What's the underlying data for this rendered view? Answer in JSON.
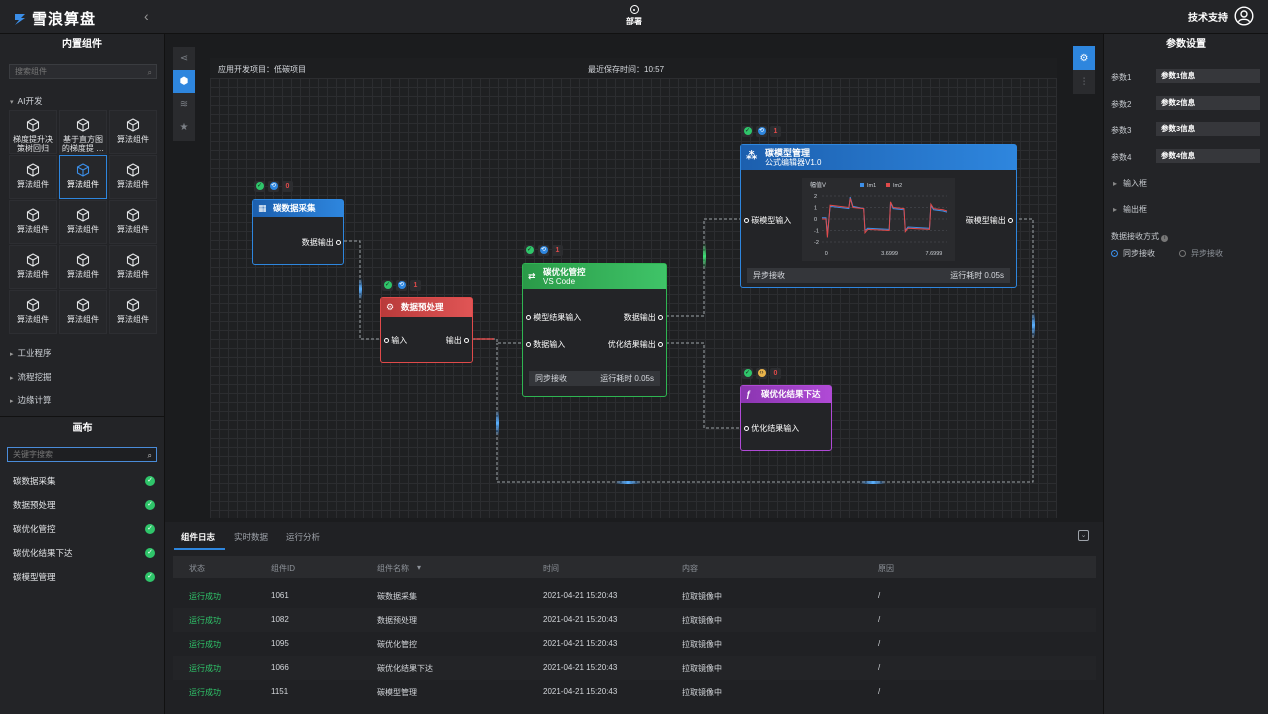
{
  "app": {
    "logo_text": "雪浪算盘",
    "collapse_icon": "chevron-left-icon",
    "deploy_label": "部署",
    "support_label": "技术支持"
  },
  "left_panel": {
    "builtin_title": "内置组件",
    "search_placeholder": "搜索组件",
    "ai_group": "AI开发",
    "components": [
      "梯度提升决策树回归",
      "基于直方图的梯度提 …",
      "算法组件",
      "算法组件",
      "算法组件",
      "算法组件",
      "算法组件",
      "算法组件",
      "算法组件",
      "算法组件",
      "算法组件",
      "算法组件",
      "算法组件",
      "算法组件",
      "算法组件"
    ],
    "groups": [
      "工业程序",
      "流程挖掘",
      "边缘计算"
    ],
    "canvas_title": "画布",
    "keyword_placeholder": "关键字搜索",
    "canvas_items": [
      "碳数据采集",
      "数据预处理",
      "碳优化管控",
      "碳优化结果下达",
      "碳模型管理"
    ]
  },
  "canvas_header": {
    "project": "应用开发项目：低碳项目",
    "last_saved": "最近保存时间：10:57"
  },
  "nodes": {
    "collect": {
      "title": "碳数据采集",
      "out": "数据输出",
      "badge_count": "0"
    },
    "preprocess": {
      "title": "数据预处理",
      "in": "输入",
      "out": "输出",
      "badge_count": "1"
    },
    "optimize": {
      "title": "碳优化管控",
      "subtitle": "VS Code",
      "in1": "模型结果输入",
      "in2": "数据输入",
      "out1": "数据输出",
      "out2": "优化结果输出",
      "footer_left": "同步接收",
      "footer_right": "运行耗时 0.05s",
      "badge_count": "1"
    },
    "model": {
      "title": "碳模型管理",
      "subtitle": "公式编辑器V1.0",
      "in": "碳模型输入",
      "out": "碳模型输出",
      "footer_left": "异步接收",
      "footer_right": "运行耗时 0.05s",
      "badge_count": "1"
    },
    "dispatch": {
      "title": "碳优化结果下达",
      "in": "优化结果输入",
      "badge_count": "0"
    }
  },
  "chart_data": {
    "type": "line",
    "title": "",
    "ylabel": "幅值V",
    "x_ticks": [
      "0",
      "3.6999",
      "7.6999"
    ],
    "y_ticks": [
      "2",
      "1",
      "0",
      "-1",
      "-2"
    ],
    "ylim": [
      -2,
      2
    ],
    "series": [
      {
        "name": "Im1",
        "color": "#3d8fe8",
        "x": [
          0,
          0.3,
          0.4,
          0.6,
          2.0,
          2.1,
          2.3,
          3.1,
          3.2,
          3.4,
          5.0,
          5.1,
          5.3,
          6.1,
          6.2,
          6.4,
          8.0,
          8.1,
          8.3,
          9.0,
          9.3
        ],
        "y": [
          0.1,
          0.1,
          -1.4,
          1.1,
          0.9,
          1.9,
          1.1,
          0.9,
          -1.0,
          -0.8,
          -0.9,
          1.4,
          0.9,
          0.8,
          -1.0,
          -0.7,
          -0.8,
          1.2,
          0.8,
          0.7,
          0.6
        ]
      },
      {
        "name": "Im2",
        "color": "#e04a4a",
        "x": [
          0,
          0.3,
          0.4,
          0.6,
          2.0,
          2.1,
          2.3,
          3.1,
          3.2,
          3.4,
          5.0,
          5.1,
          5.3,
          6.1,
          6.2,
          6.4,
          8.0,
          8.1,
          8.3,
          9.0,
          9.3
        ],
        "y": [
          0.0,
          0.0,
          -1.6,
          1.2,
          1.0,
          1.8,
          1.0,
          0.9,
          -1.2,
          -0.9,
          -1.0,
          1.5,
          1.0,
          0.9,
          -1.1,
          -0.8,
          -0.9,
          1.3,
          0.9,
          0.8,
          0.7
        ]
      }
    ]
  },
  "right_panel": {
    "title": "参数设置",
    "params": [
      {
        "label": "参数1",
        "value": "参数1信息"
      },
      {
        "label": "参数2",
        "value": "参数2信息"
      },
      {
        "label": "参数3",
        "value": "参数3信息"
      },
      {
        "label": "参数4",
        "value": "参数4信息"
      }
    ],
    "input_box": "输入框",
    "output_box": "输出框",
    "receive_mode_label": "数据接收方式",
    "sync": "同步接收",
    "async": "异步接收"
  },
  "log": {
    "tabs": [
      "组件日志",
      "实时数据",
      "运行分析"
    ],
    "headers": [
      "状态",
      "组件ID",
      "组件名称",
      "时间",
      "内容",
      "原因"
    ],
    "rows": [
      [
        "运行成功",
        "1061",
        "碳数据采集",
        "2021-04-21 15:20:43",
        "拉取镜像中",
        "/"
      ],
      [
        "运行成功",
        "1082",
        "数据预处理",
        "2021-04-21 15:20:43",
        "拉取镜像中",
        "/"
      ],
      [
        "运行成功",
        "1095",
        "碳优化管控",
        "2021-04-21 15:20:43",
        "拉取镜像中",
        "/"
      ],
      [
        "运行成功",
        "1066",
        "碳优化结果下达",
        "2021-04-21 15:20:43",
        "拉取镜像中",
        "/"
      ],
      [
        "运行成功",
        "1151",
        "碳模型管理",
        "2021-04-21 15:20:43",
        "拉取镜像中",
        "/"
      ]
    ]
  },
  "colors": {
    "accent": "#2e86de",
    "success": "#2fc56a",
    "danger": "#e04a4a",
    "optimize_green": "#2fb552",
    "dispatch_purple": "#b04ad6"
  }
}
